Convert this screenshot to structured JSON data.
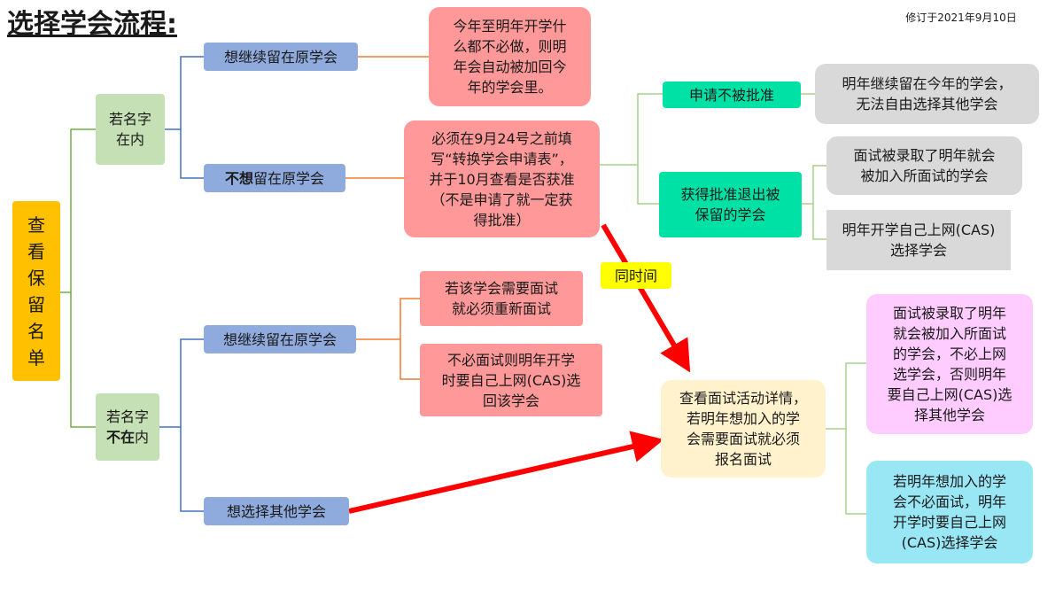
{
  "header": {
    "title": "选择学会流程:",
    "revision": "修订于2021年9月10日"
  },
  "root": {
    "label": "查\n看\n保\n留\n名\n单"
  },
  "branch_in": {
    "label": "若名字\n在内",
    "stay": {
      "label": "想继续留在原学会"
    },
    "stay_result": {
      "label": "今年至明年开学什\n么都不必做，则明\n年会自动被加回今\n年的学会里。"
    },
    "leave": {
      "label_bold": "不想",
      "label_rest": "留在原学会"
    },
    "leave_result": {
      "label": "必须在9月24号之前填\n写“转换学会申请表”，\n并于10月查看是否获准\n（不是申请了就一定获\n得批准）"
    },
    "denied": {
      "label": "申请不被批准"
    },
    "denied_result": {
      "label": "明年继续留在今年的学会，\n无法自由选择其他学会"
    },
    "approved": {
      "label": "获得批准退出被\n保留的学会"
    },
    "approved_result_1": {
      "label": "面试被录取了明年就会\n被加入所面试的学会"
    },
    "approved_result_2": {
      "label": "明年开学自己上网(CAS)\n选择学会"
    }
  },
  "branch_out": {
    "label_pre": "若名字\n",
    "label_bold": "不在",
    "label_post": "内",
    "stay": {
      "label": "想继续留在原学会"
    },
    "stay_result_1": {
      "label": "若该学会需要面试\n就必须重新面试"
    },
    "stay_result_2": {
      "label": "不必面试则明年开学\n时要自己上网(CAS)选\n回该学会"
    },
    "other": {
      "label": "想选择其他学会"
    },
    "check": {
      "label": "查看面试活动详情，\n若明年想加入的学\n会需要面试就必须\n报名面试"
    },
    "check_result_1": {
      "label": "面试被录取了明年\n就会被加入所面试\n的学会，不必上网\n选学会，否则明年\n要自己上网(CAS)选\n择其他学会"
    },
    "check_result_2": {
      "label": "若明年想加入的学\n会不必面试，明年\n开学时要自己上网\n(CAS)选择学会"
    }
  },
  "simultaneous": {
    "label": "同时间"
  },
  "colors": {
    "connector_green": "#70ad47",
    "connector_blue": "#4472c4",
    "connector_orange": "#ed7d31",
    "arrow_red": "#ff0000"
  }
}
